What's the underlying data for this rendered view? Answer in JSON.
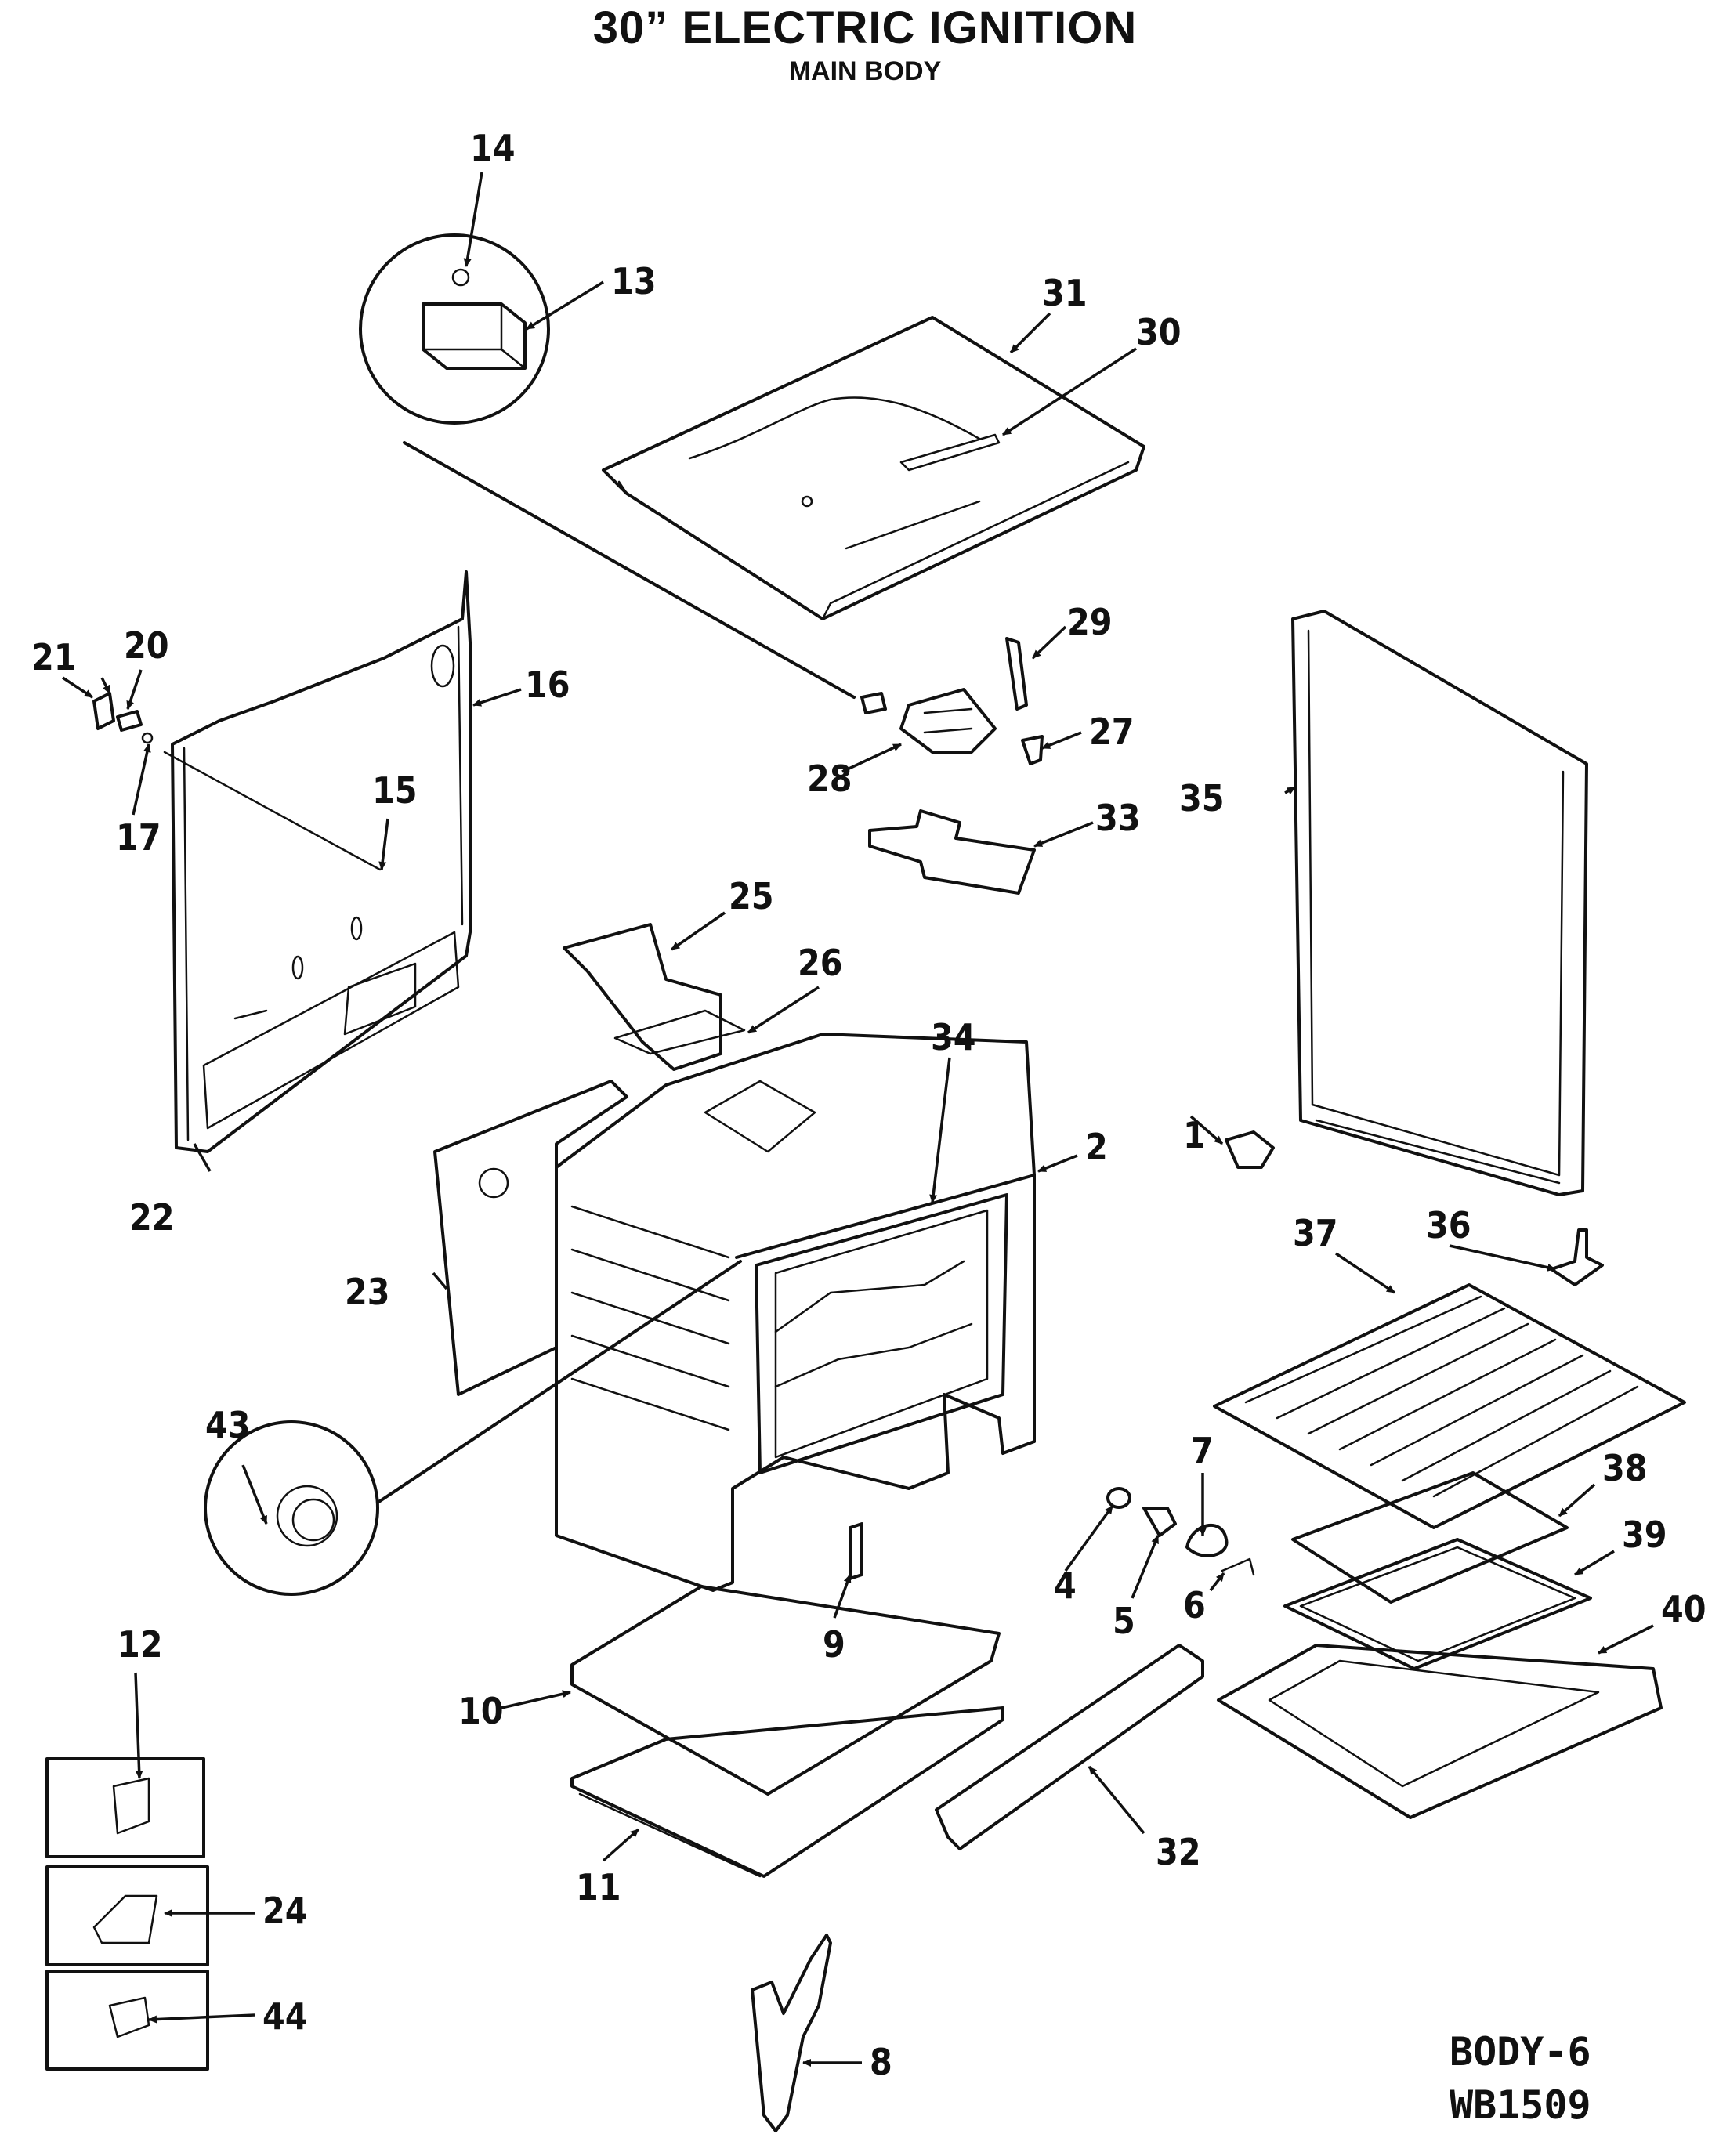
{
  "header": {
    "title": "30” ELECTRIC IGNITION",
    "subtitle": "MAIN BODY"
  },
  "footer": {
    "code_1": "BODY-6",
    "code_2": "WB1509"
  },
  "callouts": [
    "1",
    "2",
    "4",
    "5",
    "6",
    "7",
    "8",
    "9",
    "10",
    "11",
    "12",
    "13",
    "14",
    "15",
    "16",
    "17",
    "20",
    "21",
    "22",
    "23",
    "24",
    "25",
    "26",
    "27",
    "28",
    "29",
    "30",
    "31",
    "32",
    "33",
    "34",
    "35",
    "36",
    "37",
    "38",
    "39",
    "40",
    "43",
    "44"
  ]
}
